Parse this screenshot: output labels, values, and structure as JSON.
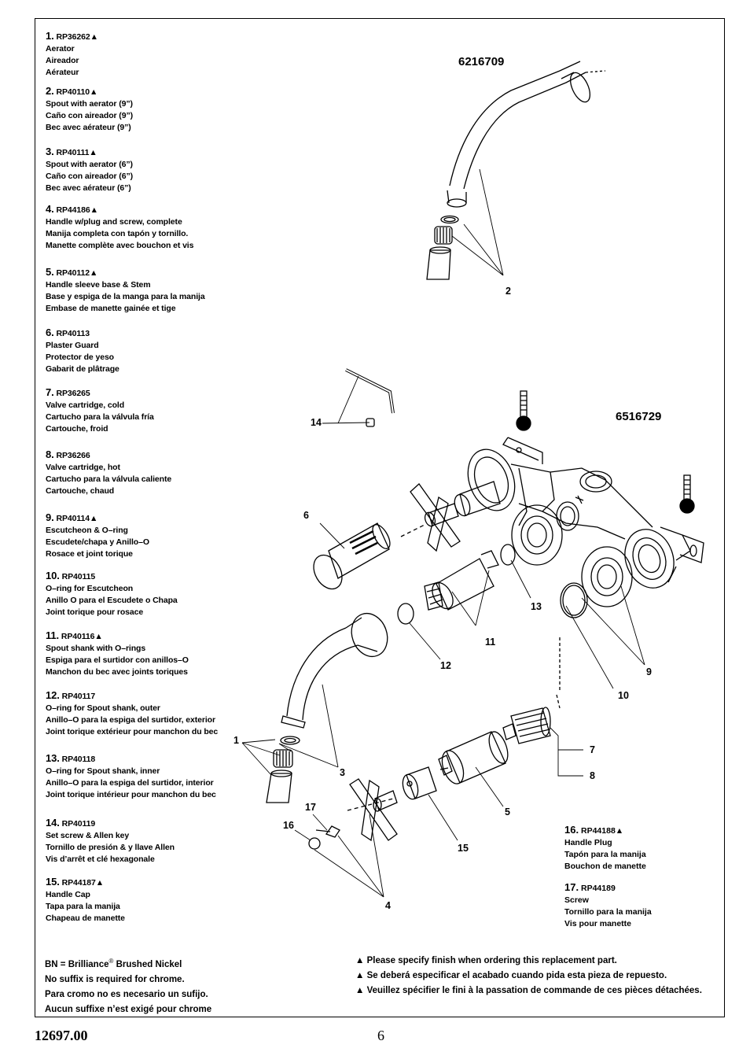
{
  "parts": [
    {
      "num": "1.",
      "code": "RP36262▲",
      "lines": [
        "Aerator",
        "Aireador",
        "Aérateur"
      ]
    },
    {
      "num": "2.",
      "code": "RP40110▲",
      "lines": [
        "Spout with aerator (9”)",
        "Caño con aireador (9”)",
        "Bec avec aérateur  (9”)"
      ]
    },
    {
      "num": "3.",
      "code": "RP40111▲",
      "lines": [
        "Spout with aerator (6”)",
        "Caño con aireador (6”)",
        "Bec avec aérateur (6”)"
      ]
    },
    {
      "num": "4.",
      "code": "RP44186▲",
      "lines": [
        "Handle w/plug and screw, complete",
        "Manija completa con tapón y tornillo.",
        "Manette complète avec bouchon et vis"
      ]
    },
    {
      "num": "5.",
      "code": "RP40112▲",
      "lines": [
        "Handle sleeve base & Stem",
        "Base y espiga de la manga para la manija",
        "Embase de manette gainée et tige"
      ]
    },
    {
      "num": "6.",
      "code": "RP40113",
      "lines": [
        "Plaster Guard",
        "Protector de yeso",
        "Gabarit de plâtrage"
      ]
    },
    {
      "num": "7.",
      "code": "RP36265",
      "lines": [
        "Valve cartridge, cold",
        "Cartucho para la válvula fría",
        "Cartouche, froid"
      ]
    },
    {
      "num": "8.",
      "code": "RP36266",
      "lines": [
        "Valve cartridge, hot",
        "Cartucho para la válvula caliente",
        "Cartouche, chaud"
      ]
    },
    {
      "num": "9.",
      "code": "RP40114▲",
      "lines": [
        "Escutcheon & O–ring",
        "Escudete/chapa y Anillo–O",
        "Rosace et joint torique"
      ]
    },
    {
      "num": "10.",
      "code": "RP40115",
      "lines": [
        "O–ring for Escutcheon",
        "Anillo O para el Escudete o Chapa",
        "Joint torique pour rosace"
      ]
    },
    {
      "num": "11.",
      "code": "RP40116▲",
      "lines": [
        "Spout shank with O–rings",
        "Espiga para el surtidor con anillos–O",
        "Manchon du bec avec joints toriques"
      ]
    },
    {
      "num": "12.",
      "code": "RP40117",
      "lines": [
        "O–ring for Spout shank, outer",
        "Anillo–O para la espiga del surtidor, exterior",
        "Joint torique extérieur pour manchon du bec"
      ]
    },
    {
      "num": "13.",
      "code": "RP40118",
      "lines": [
        "O–ring for Spout shank, inner",
        "Anillo–O para la espiga del surtidor, interior",
        "Joint torique intérieur pour manchon du bec"
      ]
    },
    {
      "num": "14.",
      "code": "RP40119",
      "lines": [
        "Set screw  & Allen key",
        "Tornillo de presión & y llave Allen",
        "Vis d’arrêt et clé hexagonale"
      ]
    },
    {
      "num": "15.",
      "code": "RP44187▲",
      "lines": [
        "Handle Cap",
        "Tapa para la manija",
        "Chapeau de manette"
      ]
    }
  ],
  "parts_right": [
    {
      "num": "16.",
      "code": "RP44188▲",
      "lines": [
        "Handle Plug",
        "Tapón para la manija",
        "Bouchon de manette"
      ]
    },
    {
      "num": "17.",
      "code": "RP44189",
      "lines": [
        "Screw",
        "Tornillo para la manija",
        "Vis pour manette"
      ]
    }
  ],
  "models": {
    "spout_model": "6216709",
    "valve_model": "6516729"
  },
  "callouts": {
    "c1": "1",
    "c2": "2",
    "c3": "3",
    "c4": "4",
    "c5": "5",
    "c6": "6",
    "c7": "7",
    "c8": "8",
    "c9": "9",
    "c10": "10",
    "c11": "11",
    "c12": "12",
    "c13": "13",
    "c14": "14",
    "c15": "15",
    "c16": "16",
    "c17": "17"
  },
  "footer": {
    "bn_prefix": "BN = Brilliance",
    "bn_reg": "®",
    "bn_suffix": " Brushed Nickel",
    "left_lines": [
      "No suffix is required for chrome.",
      "Para cromo no es necesario un sufijo.",
      "Aucun suffixe n’est exigé pour chrome"
    ],
    "right_lines": [
      "▲ Please specify finish when ordering this replacement part.",
      "▲ Se deberá especificar el acabado cuando pida esta pieza de repuesto.",
      "▲ Veuillez spécifier le fini à la passation de commande de ces pièces détachées."
    ]
  },
  "doc_number": "12697.00",
  "page_number": "6"
}
